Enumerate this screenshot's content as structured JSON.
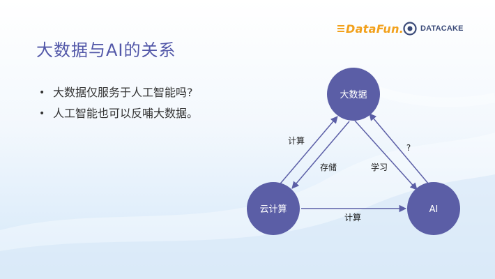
{
  "title": "大数据与AI的关系",
  "bullets": [
    "大数据仅服务于人工智能吗?",
    "人工智能也可以反哺大数据。"
  ],
  "logos": {
    "datafun": "DataFun.",
    "datacake": "DATACAKE"
  },
  "diagram": {
    "nodes": {
      "bigdata": "大数据",
      "cloud": "云计算",
      "ai": "AI"
    },
    "edges": {
      "cloud_to_bigdata": "计算",
      "bigdata_to_cloud": "存储",
      "bigdata_to_ai": "学习",
      "ai_to_bigdata": "?",
      "cloud_to_ai": "计算"
    }
  },
  "colors": {
    "node_fill": "#5b5ea6",
    "title": "#5257a8",
    "edge": "#5b5ea6"
  }
}
